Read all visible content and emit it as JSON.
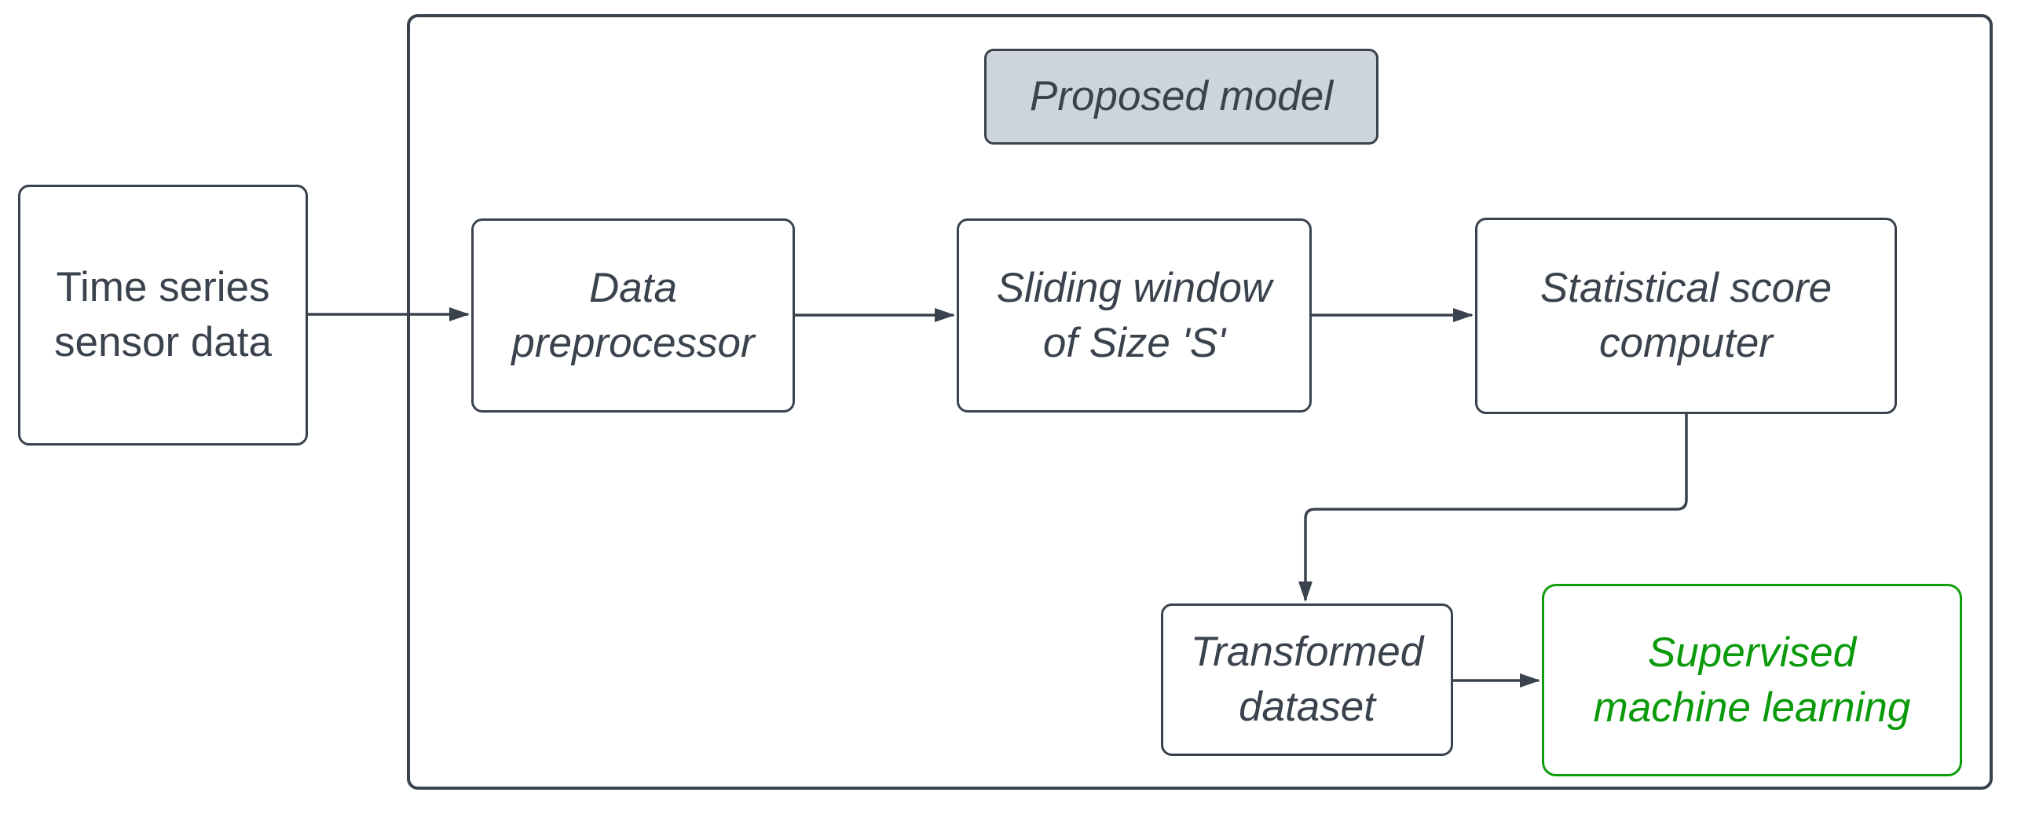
{
  "diagram": {
    "group_label": "Proposed model",
    "nodes": {
      "time_series": {
        "line1": "Time series",
        "line2": "sensor data"
      },
      "data_preprocessor": {
        "line1": "Data",
        "line2": "preprocessor"
      },
      "sliding_window": {
        "line1": "Sliding window",
        "line2": "of Size 'S'"
      },
      "statistical_score": {
        "line1": "Statistical score",
        "line2": "computer"
      },
      "transformed_dataset": {
        "line1": "Transformed",
        "line2": "dataset"
      },
      "supervised_ml": {
        "line1": "Supervised",
        "line2": "machine learning"
      }
    },
    "edges": [
      {
        "from": "time_series",
        "to": "data_preprocessor",
        "type": "arrow"
      },
      {
        "from": "data_preprocessor",
        "to": "sliding_window",
        "type": "arrow"
      },
      {
        "from": "sliding_window",
        "to": "statistical_score",
        "type": "arrow"
      },
      {
        "from": "statistical_score",
        "to": "transformed_dataset",
        "type": "elbow-arrow"
      },
      {
        "from": "transformed_dataset",
        "to": "supervised_ml",
        "type": "arrow"
      }
    ],
    "colors": {
      "stroke": "#3a424d",
      "text": "#3a424d",
      "group_label_fill": "#cdd4db",
      "highlight_green": "#0a9a0a",
      "background": "#ffffff"
    }
  }
}
